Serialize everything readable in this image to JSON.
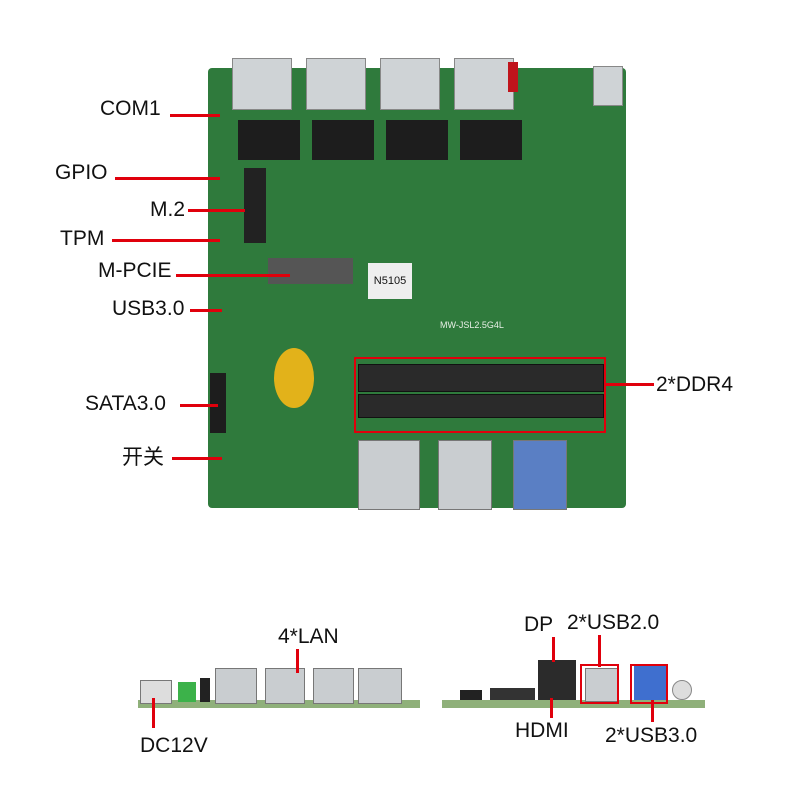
{
  "board": {
    "cpu_marking": "N5105",
    "model_marking": "MW-JSL2.5G4L"
  },
  "labels_top": {
    "com1": "COM1",
    "gpio": "GPIO",
    "m2": "M.2",
    "tpm": "TPM",
    "mpcie": "M-PCIE",
    "usb30": "USB3.0",
    "sata": "SATA3.0",
    "switch": "开关",
    "ddr4": "2*DDR4"
  },
  "labels_bottom": {
    "lan": "4*LAN",
    "dc": "DC12V",
    "dp": "DP",
    "usb20": "2*USB2.0",
    "hdmi": "HDMI",
    "usb30": "2*USB3.0"
  },
  "colors": {
    "accent": "#e0000c",
    "pcb": "#2f7a3c"
  }
}
